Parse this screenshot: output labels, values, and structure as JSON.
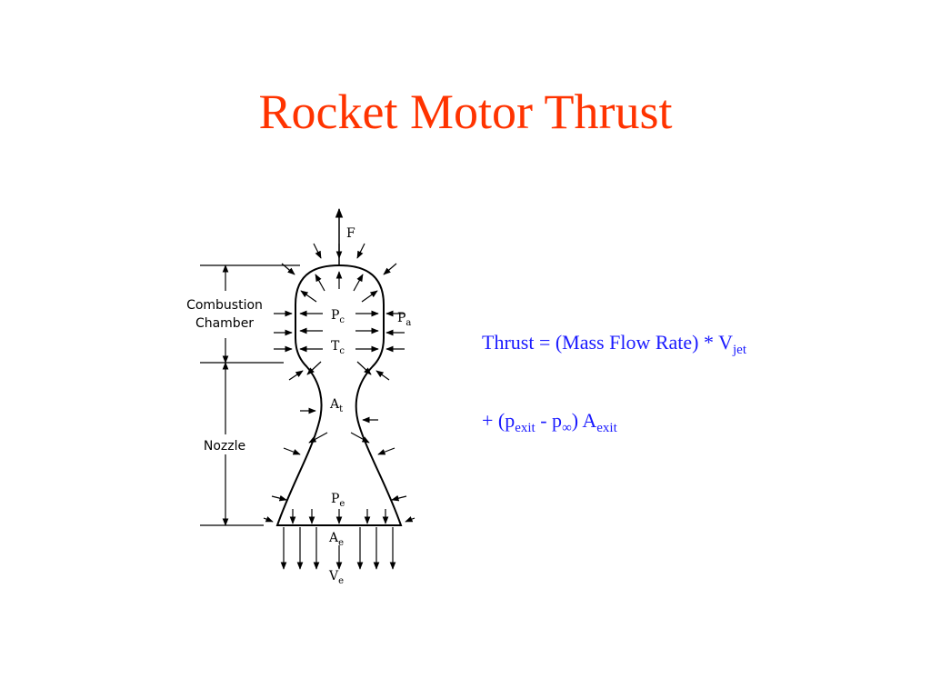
{
  "title": "Rocket Motor Thrust",
  "diagram": {
    "force": "F",
    "side_labels": {
      "combustion_line1": "Combustion",
      "combustion_line2": "Chamber",
      "nozzle": "Nozzle"
    },
    "chamber_pressure": {
      "base": "P",
      "sub": "c"
    },
    "chamber_temperature": {
      "base": "T",
      "sub": "c"
    },
    "ambient_pressure": {
      "base": "P",
      "sub": "a"
    },
    "throat_area": {
      "base": "A",
      "sub": "t"
    },
    "exit_pressure": {
      "base": "P",
      "sub": "e"
    },
    "exit_area": {
      "base": "A",
      "sub": "e"
    },
    "exit_velocity": {
      "base": "V",
      "sub": "e"
    }
  },
  "formula": {
    "line1_text": "Thrust = (Mass Flow Rate) * V",
    "line1_sub": "jet",
    "line2_open": "+ (p",
    "line2_sub1": "exit",
    "line2_minus": " - p",
    "line2_sub2": "∞",
    "line2_close": ") A",
    "line2_sub3": "exit"
  },
  "colors": {
    "title": "#ff3300",
    "formula": "#1a1aff",
    "line": "#000000"
  }
}
